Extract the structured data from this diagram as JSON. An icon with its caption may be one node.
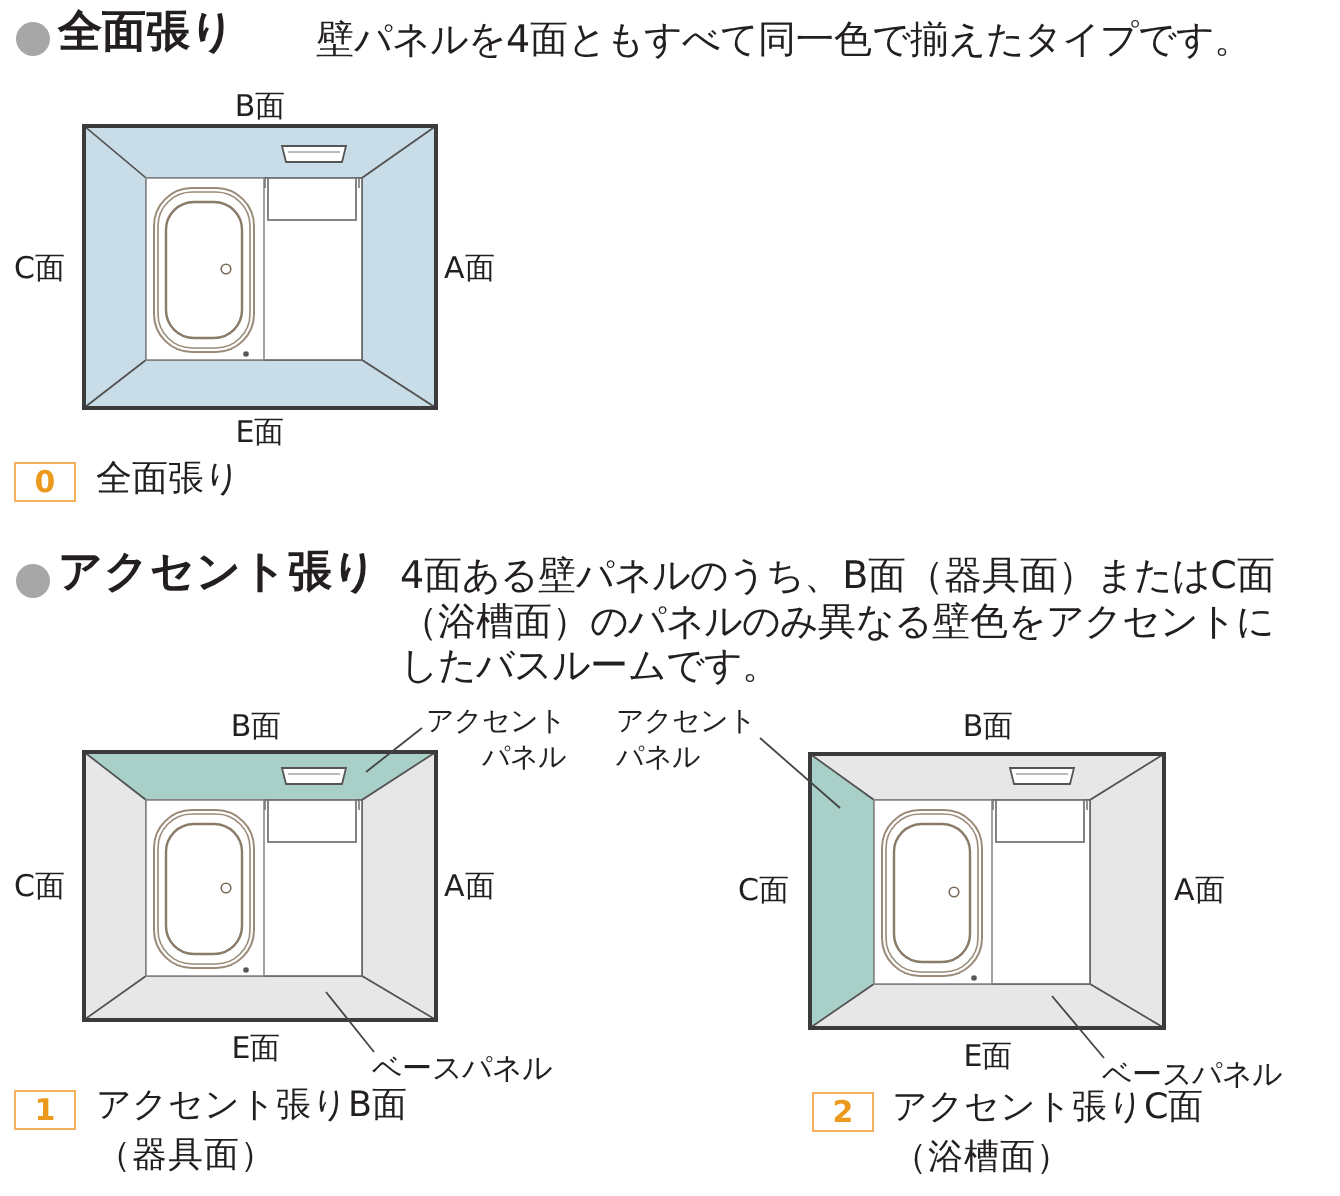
{
  "diagram": {
    "nodes": [
      {
        "text": [],
        "shape": "trapezoid",
        "beside": [
          "B面"
        ]
      },
      {
        "text": [],
        "shape": "trapezoid",
        "beside": [
          "C面"
        ]
      },
      {
        "text": [],
        "shape": "trapezoid",
        "beside": [
          "A面"
        ]
      },
      {
        "text": [],
        "shape": "trapezoid",
        "beside": [
          "E面"
        ]
      },
      {
        "text": [
          "アクセントパネル"
        ]
      },
      {
        "text": [
          "アクセントパネル"
        ]
      },
      {
        "text": [],
        "shape": "trapezoid",
        "beside": [
          "B面"
        ]
      },
      {
        "text": [],
        "shape": "trapezoid",
        "beside": [
          "B面"
        ]
      },
      {
        "text": [],
        "shape": "trapezoid",
        "beside": [
          "C面"
        ]
      },
      {
        "text": [],
        "shape": "trapezoid",
        "beside": [
          "A面"
        ]
      },
      {
        "text": [],
        "shape": "trapezoid",
        "beside": [
          "C面"
        ]
      },
      {
        "text": [],
        "shape": "trapezoid",
        "beside": [
          "A面"
        ]
      },
      {
        "text": [],
        "shape": "trapezoid",
        "beside": [
          "E面"
        ]
      },
      {
        "text": [],
        "shape": "trapezoid",
        "beside": [
          "E面"
        ]
      },
      {
        "text": [
          "ベースパネル"
        ]
      },
      {
        "text": [
          "ベースパネル"
        ]
      }
    ],
    "edges": [
      {
        "from": 4,
        "to": 6,
        "arrow": "none"
      },
      {
        "from": 5,
        "to": 10,
        "arrow": "none"
      },
      {
        "from": 14,
        "to": 12,
        "arrow": "none"
      },
      {
        "from": 15,
        "to": 13,
        "arrow": "none"
      }
    ],
    "labels": [
      "全面張り",
      "壁パネルを4面ともすべて同一色で揃えたタイプです。",
      "0",
      "全面張り",
      "アクセント張り",
      "4面ある壁パネルのうち、B面（器具面）またはC面（浴槽面）のパネルのみ異なる壁色をアクセントにしたバスルームです。",
      "1",
      "アクセント張りB面（器具面）",
      "2",
      "アクセント張りC面（浴槽面）"
    ]
  }
}
